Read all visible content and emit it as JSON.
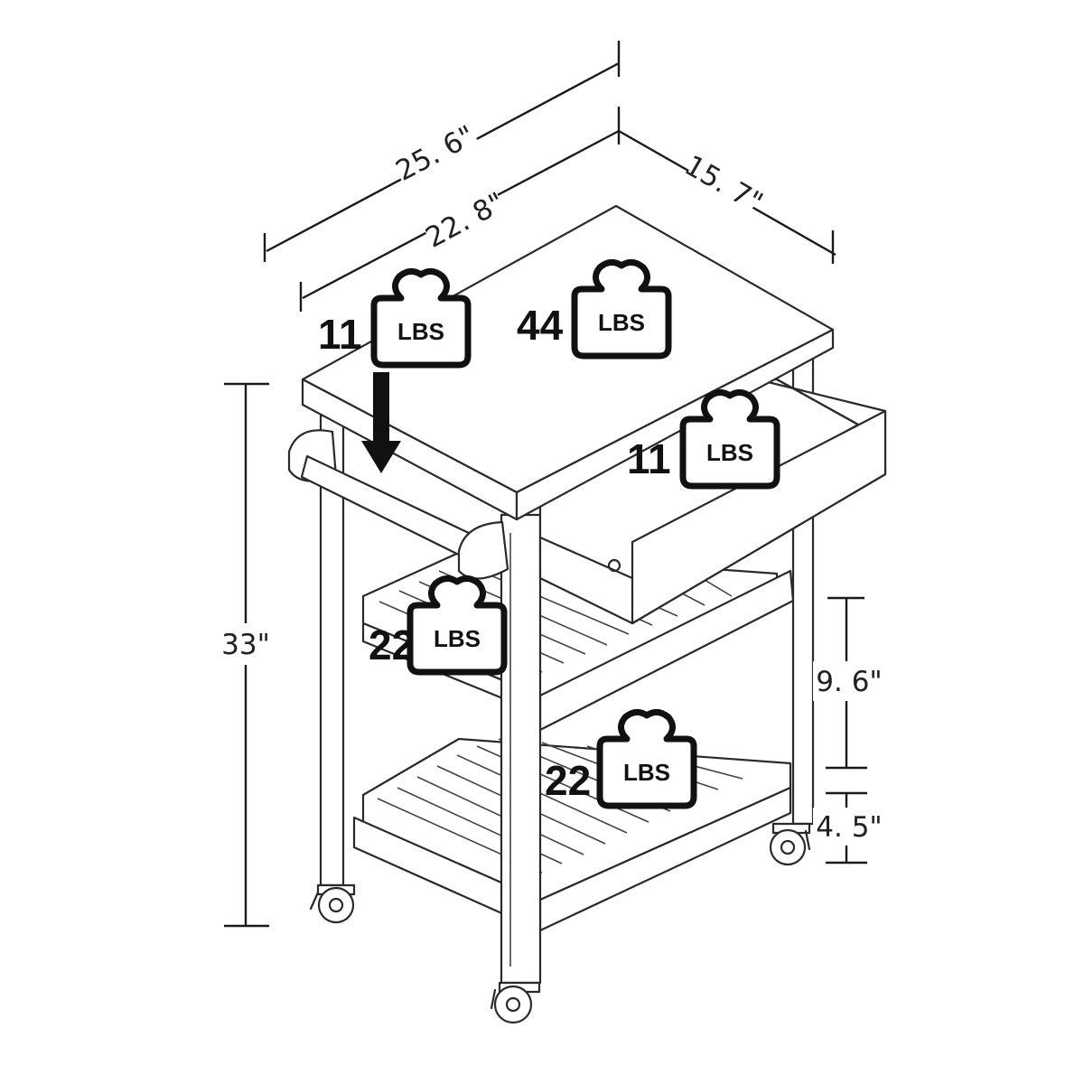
{
  "dimensions": {
    "overall_width": "25. 6\"",
    "top_width": "22. 8\"",
    "depth": "15. 7\"",
    "height": "33\"",
    "shelf_gap": "9. 6\"",
    "bottom_clearance": "4. 5\""
  },
  "weights": {
    "towel_bar": {
      "value": "11",
      "unit": "LBS"
    },
    "top": {
      "value": "44",
      "unit": "LBS"
    },
    "drawer": {
      "value": "11",
      "unit": "LBS"
    },
    "middle_shelf": {
      "value": "22",
      "unit": "LBS"
    },
    "bottom_shelf": {
      "value": "22",
      "unit": "LBS"
    }
  },
  "colors": {
    "line": "#2a2a2a",
    "text": "#111111",
    "background": "#ffffff"
  }
}
